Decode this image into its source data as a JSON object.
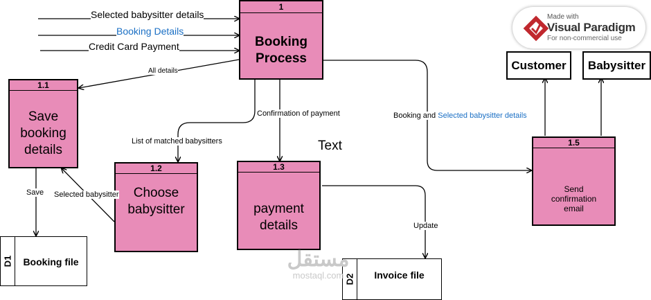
{
  "inputs": {
    "selected_babysitter_details": "Selected babysitter details",
    "booking_details": "Booking Details",
    "credit_card_payment": "Credit Card Payment"
  },
  "processes": {
    "p1": {
      "num": "1",
      "name": "Booking Process"
    },
    "p1_1": {
      "num": "1.1",
      "name": "Save booking details"
    },
    "p1_2": {
      "num": "1.2",
      "name": "Choose babysitter"
    },
    "p1_3": {
      "num": "1.3",
      "name": "payment details"
    },
    "p1_5": {
      "num": "1.5",
      "name": "Send confirmation email"
    }
  },
  "entities": {
    "customer": "Customer",
    "babysitter": "Babysitter"
  },
  "stores": {
    "d1": {
      "id": "D1",
      "name": "Booking file"
    },
    "d2": {
      "id": "D2",
      "name": "Invoice file"
    }
  },
  "flows": {
    "all_details": "All details",
    "list_matched": "List of matched babysitters",
    "confirmation_payment": "Confirmation of payment",
    "booking_and": "Booking and",
    "booking_and_sel": "Selected babysitter details",
    "save": "Save",
    "selected_babysitter": "Selected babysitter",
    "update": "Update"
  },
  "floating_text": "Text",
  "badge": {
    "made_with": "Made with",
    "brand": "Visual Paradigm",
    "sub": "For non-commercial use"
  },
  "watermark": {
    "arabic": "مستقل",
    "latin": "mostaql.com"
  },
  "colors": {
    "process_fill": "#e88cb8",
    "blue_text": "#1a6fc4",
    "badge_red": "#c0282e"
  }
}
